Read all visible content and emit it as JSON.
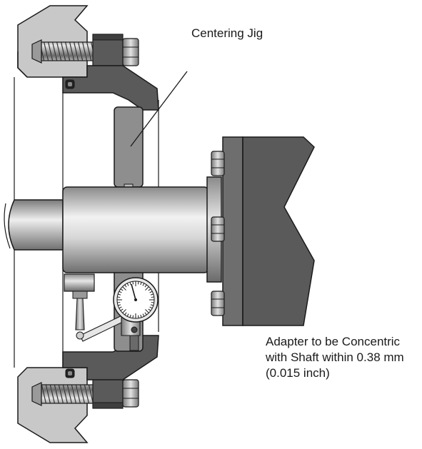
{
  "labels": {
    "centering_jig": "Centering Jig",
    "note_lines": [
      "Adapter to be Concentric",
      "with Shaft within 0.38 mm",
      "(0.015 inch)"
    ]
  },
  "colors": {
    "outline": "#1a1a1a",
    "housing_fill": "#c8c8c8",
    "jig_fill": "#8e8e8e",
    "dark_fill": "#5a5a5a",
    "shaft_light": "#f2f2f2",
    "shaft_mid": "#bdbdbd",
    "shaft_dark": "#6e6e6e",
    "background": "#ffffff"
  }
}
